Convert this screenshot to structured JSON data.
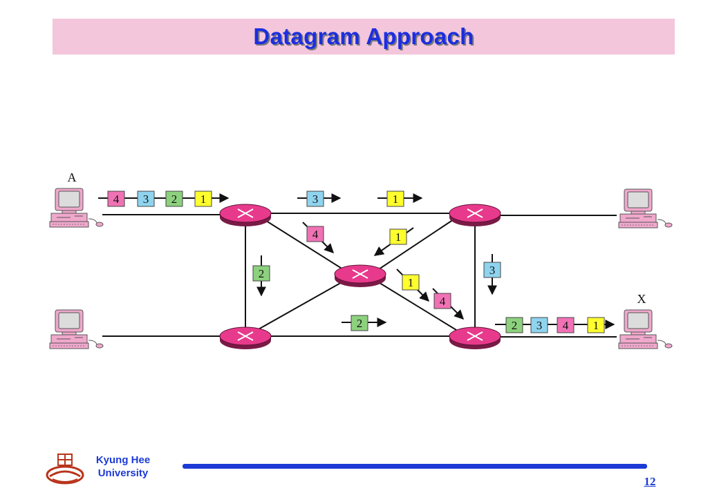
{
  "title": "Datagram Approach",
  "host_labels": {
    "source": "A",
    "destination": "X"
  },
  "packets": [
    {
      "id": "a-4",
      "label": "4",
      "color": "#f072b4"
    },
    {
      "id": "a-3",
      "label": "3",
      "color": "#8fd4ef"
    },
    {
      "id": "a-2",
      "label": "2",
      "color": "#8dd17e"
    },
    {
      "id": "a-1",
      "label": "1",
      "color": "#ffff2e"
    },
    {
      "id": "top-3",
      "label": "3",
      "color": "#8fd4ef"
    },
    {
      "id": "top-1",
      "label": "1",
      "color": "#ffff2e"
    },
    {
      "id": "diag-4",
      "label": "4",
      "color": "#f072b4"
    },
    {
      "id": "diag-1a",
      "label": "1",
      "color": "#ffff2e"
    },
    {
      "id": "left-2",
      "label": "2",
      "color": "#8dd17e"
    },
    {
      "id": "right-3",
      "label": "3",
      "color": "#8fd4ef"
    },
    {
      "id": "diag-1b",
      "label": "1",
      "color": "#ffff2e"
    },
    {
      "id": "diag-4b",
      "label": "4",
      "color": "#f072b4"
    },
    {
      "id": "bottom-2",
      "label": "2",
      "color": "#8dd17e"
    },
    {
      "id": "x-2",
      "label": "2",
      "color": "#8dd17e"
    },
    {
      "id": "x-3",
      "label": "3",
      "color": "#8fd4ef"
    },
    {
      "id": "x-4",
      "label": "4",
      "color": "#f072b4"
    },
    {
      "id": "x-1",
      "label": "1",
      "color": "#ffff2e"
    }
  ],
  "colors": {
    "router": "#e83a8c",
    "router_dark": "#7a1a46",
    "computer": "#f0a8cc",
    "accent_blue": "#1c3ad6"
  },
  "footer": {
    "university_line1": "Kyung Hee",
    "university_line2": "University",
    "page_number": "12"
  }
}
